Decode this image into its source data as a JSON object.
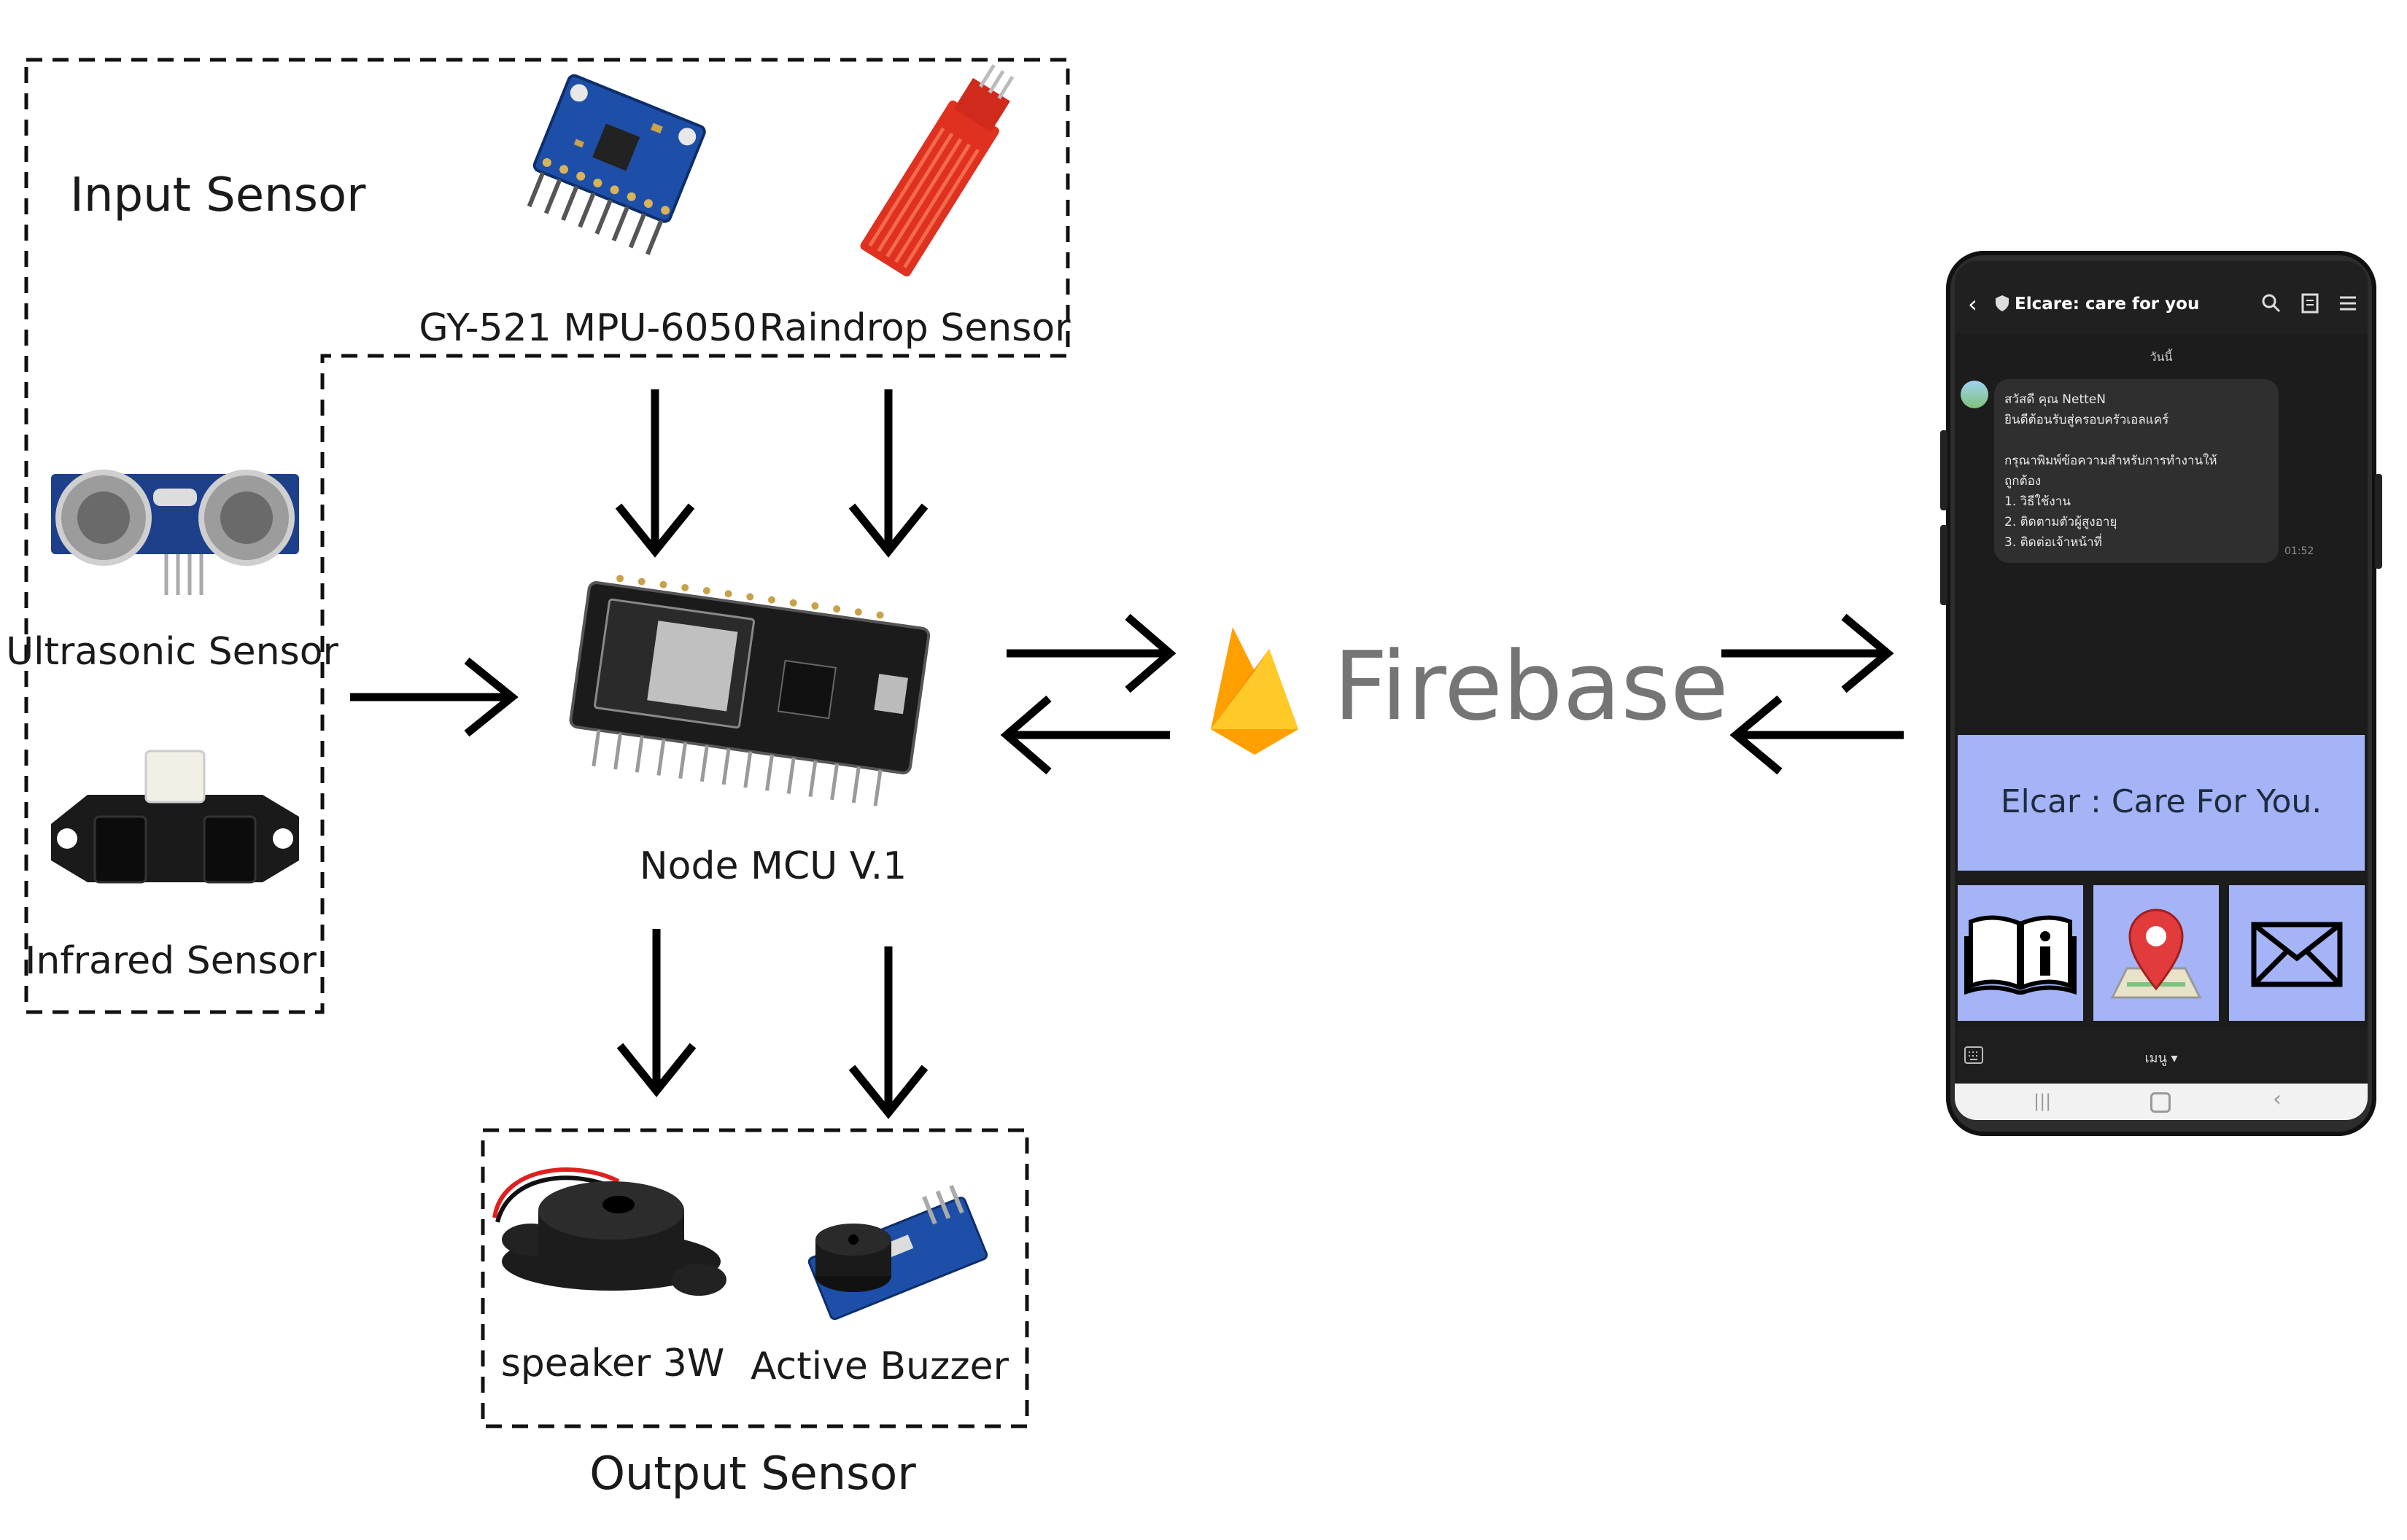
{
  "labels": {
    "input_sensor": "Input Sensor",
    "gy521": "GY-521 MPU-6050",
    "raindrop": "Raindrop Sensor",
    "ultrasonic": "Ultrasonic Sensor",
    "infrared": "Infrared Sensor",
    "nodemcu": "Node MCU V.1",
    "firebase": "Firebase",
    "speaker": "speaker 3W",
    "buzzer": "Active Buzzer",
    "output_sensor": "Output Sensor"
  },
  "phone": {
    "header_title": "Elcare: care for you",
    "date_label": "วันนี้",
    "message_lines": [
      "สวัสดี คุณ NetteN",
      "ยินดีต้อนรับสู่ครอบครัวเอลแคร์",
      "",
      "กรุณาพิมพ์ข้อความสำหรับการทำงานให้",
      "ถูกต้อง",
      "1. วิธีใช้งาน",
      "2. ติดตามตัวผู้สูงอายุ",
      "3. ติดต่อเจ้าหน้าที่"
    ],
    "message_time": "01:52",
    "banner": "Elcar : Care For You.",
    "menu_label": "เมนู ▾",
    "tiles": [
      "book-info-icon",
      "map-pin-icon",
      "envelope-icon"
    ]
  },
  "colors": {
    "tile_bg": "#a4b4f6",
    "firebase_text": "#757575",
    "firebase_orange": "#ffa000",
    "firebase_yellow": "#ffca28"
  }
}
